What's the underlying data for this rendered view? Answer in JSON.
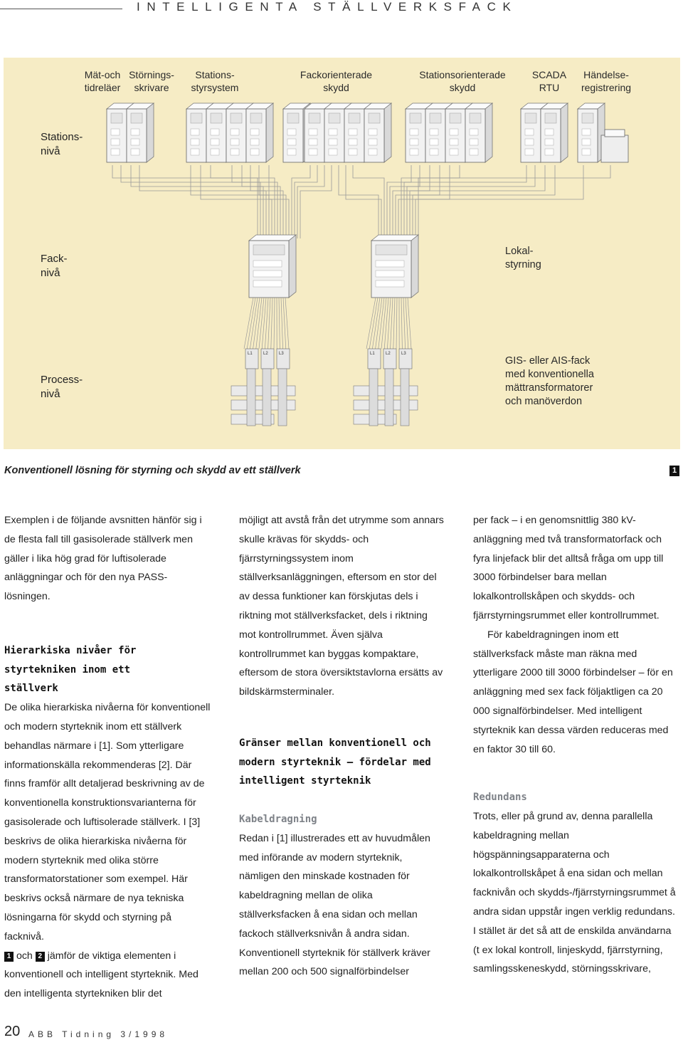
{
  "header": {
    "title": "INTELLIGENTA STÄLLVERKSFACK"
  },
  "figure": {
    "top_labels": [
      "Mät-och\ntidreläer",
      "Störnings-\nskrivare",
      "Stations-\nstyrsystem",
      "Fackorienterade\nskydd",
      "Stationsorienterade\nskydd",
      "SCADA\nRTU",
      "Händelse-\nregistrering"
    ],
    "levels": {
      "station": "Stations-\nnivå",
      "bay": "Fack-\nnivå",
      "process": "Process-\nnivå"
    },
    "local_control": "Lokal-\nstyrning",
    "process_desc": "GIS- eller AIS-fack\nmed konventionella\nmättransformatorer\noch manöverdon",
    "phase_labels": [
      "L1",
      "L2",
      "L3"
    ],
    "caption": "Konventionell lösning för styrning och skydd av ett ställverk",
    "figure_number": "1"
  },
  "col1": {
    "p1": "Exemplen i de följande avsnitten hänför sig i de flesta fall till gasisolerade ställverk men gäller i lika hög grad för luftisolerade anläggningar och för den nya PASS-lösningen.",
    "h1": "Hierarkiska nivåer för styrtekniken inom ett ställverk",
    "p2": "De olika hierarkiska nivåerna för konventionell och modern styrteknik inom ett ställverk behandlas närmare i [1]. Som ytterligare informationskälla rekommenderas [2]. Där finns framför allt detaljerad beskrivning av de konventionella konstruktionsvarianterna för gasisolerade och luftisolerade ställverk. I [3] beskrivs de olika hierarkiska nivåerna för modern styrteknik med olika större transformatorstationer som exempel. Här beskrivs också närmare de nya tekniska lösningarna för skydd och styrning på facknivå.",
    "badge1": "1",
    "and": "och",
    "badge2": "2",
    "p3": "jämför de viktiga elementen i konventionell och intelligent styrteknik. Med den intelligenta styrtekniken blir det"
  },
  "col2": {
    "p1": "möjligt att avstå från det utrymme som annars skulle krävas för skydds- och fjärrstyrningssystem inom ställverksanläggningen, eftersom en stor del av dessa funktioner kan förskjutas dels i riktning mot ställverksfacket, dels i riktning mot kontrollrummet. Även själva kontrollrummet kan byggas kompaktare, eftersom de stora översiktstavlorna ersätts av bildskärmsterminaler.",
    "h1": "Gränser mellan konventionell och modern styrteknik – fördelar med intelligent styrteknik",
    "h2": "Kabeldragning",
    "p2": "Redan i [1] illustrerades ett av huvudmålen med införande av modern styrteknik, nämligen den minskade kostnaden för kabeldragning mellan de olika ställverksfacken å ena sidan och mellan fackoch ställverksnivån å andra sidan. Konventionell styrteknik för ställverk kräver mellan 200 och 500 signalförbindelser"
  },
  "col3": {
    "p1": "per fack – i en genomsnittlig 380 kV-anläggning med två transformatorfack och fyra linjefack blir det alltså fråga om upp till 3000 förbindelser bara mellan lokalkontrollskåpen och skydds- och fjärrstyrningsrummet eller kontrollrummet.",
    "p2": "För kabeldragningen inom ett ställverksfack måste man räkna med ytterligare 2000 till 3000 förbindelser – för en anläggning med sex fack följaktligen ca 20 000 signalförbindelser. Med intelligent styrteknik kan dessa värden reduceras med en faktor 30 till 60.",
    "h1": "Redundans",
    "p3": "Trots, eller på grund av, denna parallella kabeldragning mellan högspänningsapparaterna och lokalkontrollskåpet å ena sidan och mellan facknivån och skydds-/fjärrstyrningsrummet å andra sidan uppstår ingen verklig redundans. I stället är det så att de enskilda användarna (t ex lokal kontroll, linjeskydd, fjärrstyrning, samlingsskeneskydd, störningsskrivare,"
  },
  "footer": {
    "page": "20",
    "publication": "ABB Tidning 3/1998"
  }
}
